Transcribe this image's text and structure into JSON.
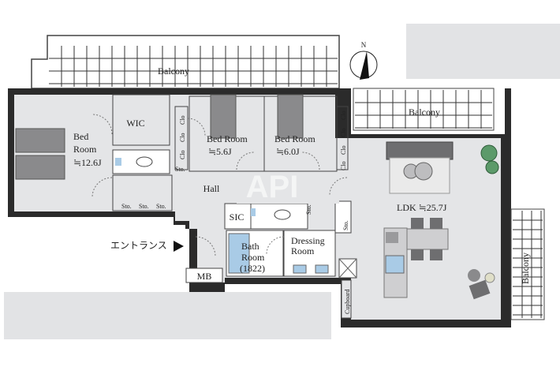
{
  "rooms": {
    "balcony_top": "Balcony",
    "balcony_mid": "Balcony",
    "balcony_right": "Balcony",
    "bedroom1_l1": "Bed",
    "bedroom1_l2": "Room",
    "bedroom1_size": "≒12.6J",
    "wic": "WIC",
    "bedroom2": "Bed Room",
    "bedroom2_size": "≒5.6J",
    "bedroom3": "Bed Room",
    "bedroom3_size": "≒6.0J",
    "hall": "Hall",
    "sic": "SIC",
    "bath_l1": "Bath",
    "bath_l2": "Room",
    "bath_l3": "(1822)",
    "dressing_l1": "Dressing",
    "dressing_l2": "Room",
    "ldk": "LDK ≒25.7J",
    "mb": "MB",
    "cupboard": "Cupboard",
    "sto": "Sto.",
    "clo": "Clo",
    "entrance": "エントランス"
  },
  "compass": "N",
  "watermark": "API",
  "colors": {
    "wall": "#2b2b2b",
    "floor": "#e4e5e7",
    "water": "#a9cbe6",
    "plant": "#5c9a6a"
  }
}
